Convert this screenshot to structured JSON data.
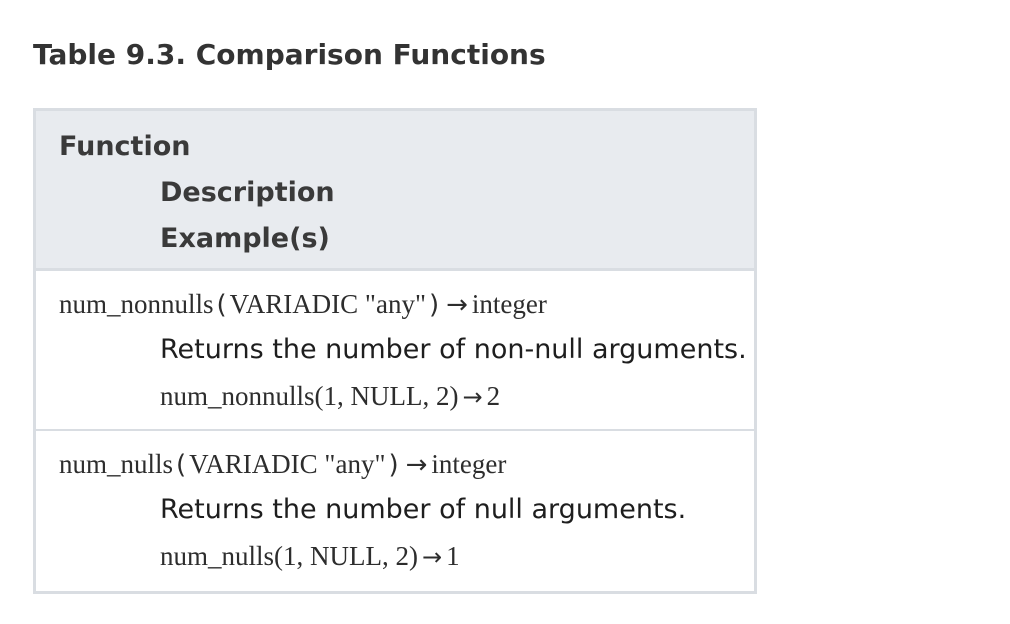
{
  "title": "Table 9.3. Comparison Functions",
  "header": {
    "function": "Function",
    "description": "Description",
    "examples": "Example(s)"
  },
  "rows": [
    {
      "name": "num_nonnulls",
      "open_paren": "(",
      "args": "VARIADIC \"any\"",
      "close_paren": ")",
      "arrow": "→",
      "return_type": "integer",
      "description": "Returns the number of non-null arguments.",
      "example_call": "num_nonnulls(1, NULL, 2)",
      "example_arrow": "→",
      "example_result": "2"
    },
    {
      "name": "num_nulls",
      "open_paren": "(",
      "args": "VARIADIC \"any\"",
      "close_paren": ")",
      "arrow": "→",
      "return_type": "integer",
      "description": "Returns the number of null arguments.",
      "example_call": "num_nulls(1, NULL, 2)",
      "example_arrow": "→",
      "example_result": "1"
    }
  ],
  "colors": {
    "header_bg": "#e8ebef",
    "border": "#d9dde2",
    "title_text": "#333333"
  }
}
